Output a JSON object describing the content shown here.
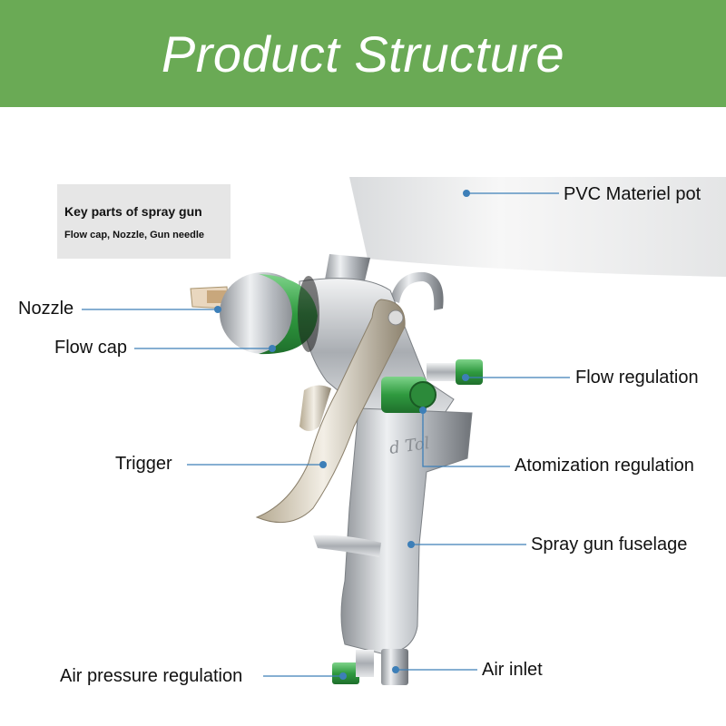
{
  "banner": {
    "title": "Product Structure"
  },
  "key_box": {
    "title": "Key parts of spray gun",
    "subtitle": "Flow cap, Nozzle, Gun needle"
  },
  "gun_markings": {
    "brand": "d Tol"
  },
  "labels": {
    "pvc_pot": "PVC Materiel pot",
    "nozzle": "Nozzle",
    "flow_cap": "Flow cap",
    "flow_regulation": "Flow regulation",
    "trigger": "Trigger",
    "atomization_regulation": "Atomization regulation",
    "fuselage": "Spray gun fuselage",
    "air_pressure": "Air pressure regulation",
    "air_inlet": "Air inlet"
  },
  "colors": {
    "banner": "#6aaa55",
    "leader_line": "#3d7fb8",
    "knob_green": "#3aa64a",
    "metal": "#c9ccd0"
  }
}
